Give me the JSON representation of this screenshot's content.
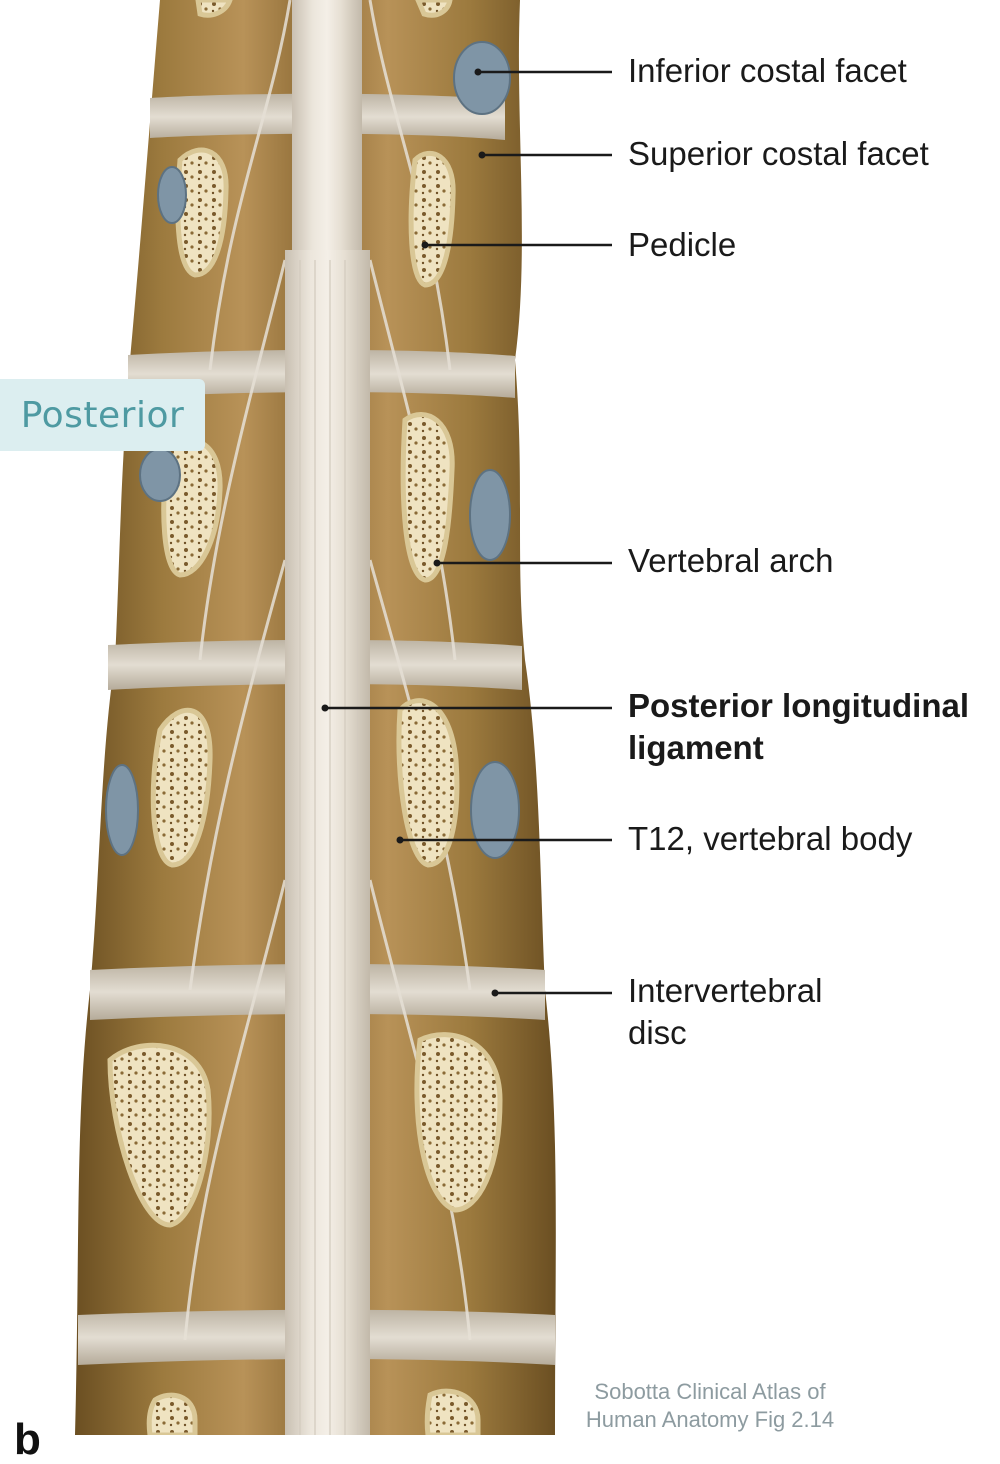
{
  "labels": {
    "inferior_costal_facet": "Inferior costal facet",
    "superior_costal_facet": "Superior costal facet",
    "pedicle": "Pedicle",
    "vertebral_arch": "Vertebral arch",
    "posterior_longitudinal_ligament_line1": "Posterior longitudinal",
    "posterior_longitudinal_ligament_line2": "ligament",
    "t12_vertebral_body": "T12, vertebral body",
    "intervertebral_disc_line1": "Intervertebral",
    "intervertebral_disc_line2": "disc"
  },
  "tab": {
    "posterior": "Posterior"
  },
  "credit": {
    "line1": "Sobotta Clinical Atlas of",
    "line2": "Human Anatomy Fig 2.14"
  },
  "panel_letter": "b",
  "colors": {
    "bone": "#9c7a3e",
    "bone_dark": "#6b4f22",
    "bone_light": "#c9a86a",
    "cancellous": "#efe3c1",
    "disc": "#cfc6b6",
    "ligament": "#ddd6cc",
    "facet": "#7f95a6",
    "leader": "#1a1a1a",
    "tab_bg": "#dceef0",
    "tab_text": "#4e9aa2"
  }
}
